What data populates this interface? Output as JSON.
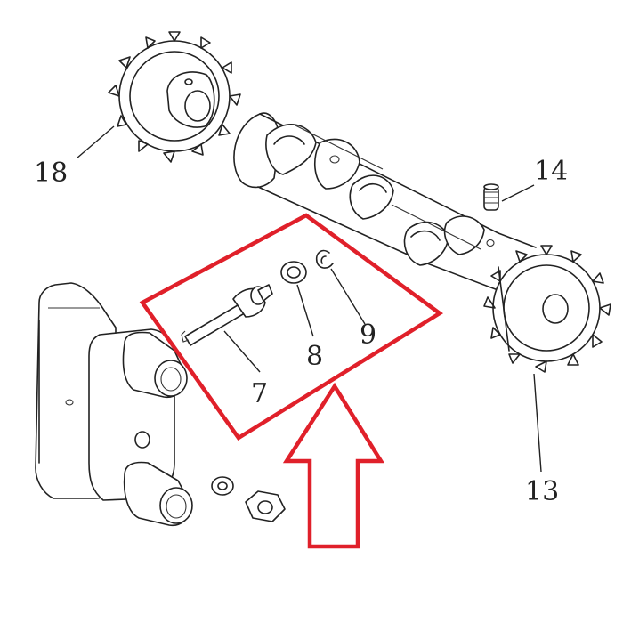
{
  "callouts": {
    "c7": "7",
    "c8": "8",
    "c9": "9",
    "c13": "13",
    "c14": "14",
    "c18": "18"
  },
  "colors": {
    "highlight": "#e0202a",
    "ink": "#222222",
    "background": "#ffffff"
  },
  "icons": {
    "highlight_frame": "red-outline-quadrilateral",
    "pointer": "red-outline-up-arrow"
  }
}
